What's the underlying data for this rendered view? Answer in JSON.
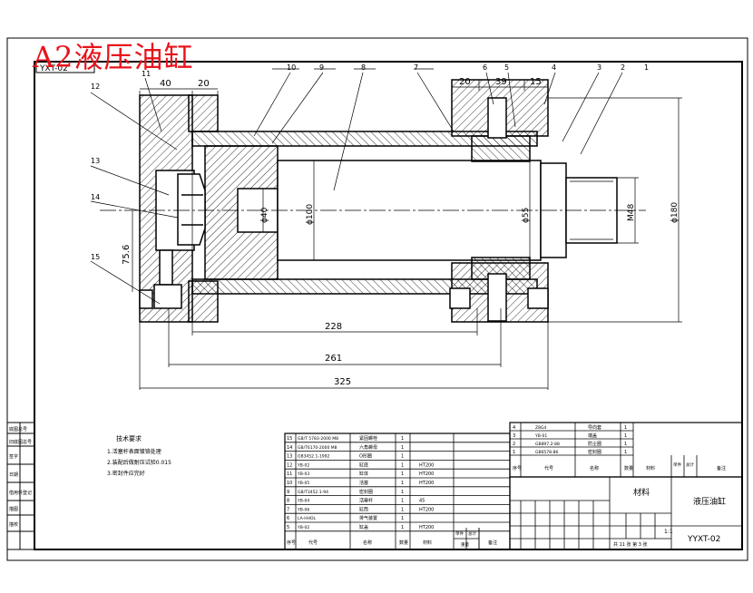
{
  "watermark_title": "A2液压油缸",
  "corner_stamp": "YXT-02",
  "dimensions": {
    "d40_top": "40",
    "d20_top": "20",
    "d20_right": "20",
    "d39": "39",
    "d15": "15",
    "d75_6": "75.6",
    "d228": "228",
    "d261": "261",
    "d325": "325",
    "dia40": "ϕ40",
    "dia100": "ϕ100",
    "dia55": "ϕ55",
    "dia180": "ϕ180",
    "m48": "M48"
  },
  "balloons": [
    "12",
    "11",
    "10",
    "9",
    "8",
    "7",
    "6",
    "5",
    "4",
    "3",
    "2",
    "1",
    "13",
    "14",
    "15"
  ],
  "tech_notes": {
    "title": "技术要求",
    "lines": [
      "1.活塞杆表面镀铬处理",
      "2.装配后做耐压试验0.015",
      "3.密封件应完好"
    ]
  },
  "parts_left": [
    {
      "no": "15",
      "code": "GB/T 5783-2000 M8",
      "name": "紧固螺栓",
      "qty": "1",
      "mat": ""
    },
    {
      "no": "14",
      "code": "GB/T6170-2000 M8",
      "name": "六角螺母",
      "qty": "1",
      "mat": ""
    },
    {
      "no": "13",
      "code": "GB3452.1-1992",
      "name": "O形圈",
      "qty": "1",
      "mat": ""
    },
    {
      "no": "12",
      "code": "YB-02",
      "name": "缸底",
      "qty": "1",
      "mat": "HT200"
    },
    {
      "no": "11",
      "code": "YB-03",
      "name": "缸体",
      "qty": "1",
      "mat": "HT200"
    },
    {
      "no": "10",
      "code": "YB-05",
      "name": "活塞",
      "qty": "1",
      "mat": "HT200"
    },
    {
      "no": "9",
      "code": "GB/T3452.1-94",
      "name": "密封圈",
      "qty": "1",
      "mat": ""
    },
    {
      "no": "8",
      "code": "YB-04",
      "name": "活塞杆",
      "qty": "1",
      "mat": "45"
    },
    {
      "no": "7",
      "code": "YB-06",
      "name": "缸筒",
      "qty": "1",
      "mat": "HT200"
    },
    {
      "no": "6",
      "code": "LA-HHOL",
      "name": "排气装置",
      "qty": "1",
      "mat": ""
    },
    {
      "no": "5",
      "code": "YB-02",
      "name": "缸盖",
      "qty": "1",
      "mat": "HT200"
    }
  ],
  "parts_left_header": [
    "序号",
    "代号",
    "名称",
    "数量",
    "材料",
    "单件",
    "总计",
    "重量",
    "备注"
  ],
  "parts_right": [
    {
      "no": "4",
      "code": "Z8G4",
      "name": "导向套",
      "qty": "1"
    },
    {
      "no": "3",
      "code": "YB-01",
      "name": "端盖",
      "qty": "1"
    },
    {
      "no": "2",
      "code": "GB897.2-88",
      "name": "防尘圈",
      "qty": "1"
    },
    {
      "no": "1",
      "code": "GB6578-86",
      "name": "密封圈",
      "qty": "1"
    }
  ],
  "parts_right_header": [
    "序号",
    "代号",
    "名称",
    "数量",
    "材料",
    "单件",
    "总计",
    "备注"
  ],
  "title_block": {
    "material_label": "材料",
    "drawing_name": "液压油缸",
    "drawing_no": "YYXT-02",
    "scale": "1:1",
    "sheets": "共 11 张 第 3 张"
  },
  "left_margin_labels": [
    "底图总号",
    "旧底图总号",
    "签字",
    "日期",
    "借用件登记",
    "描图",
    "描校"
  ]
}
